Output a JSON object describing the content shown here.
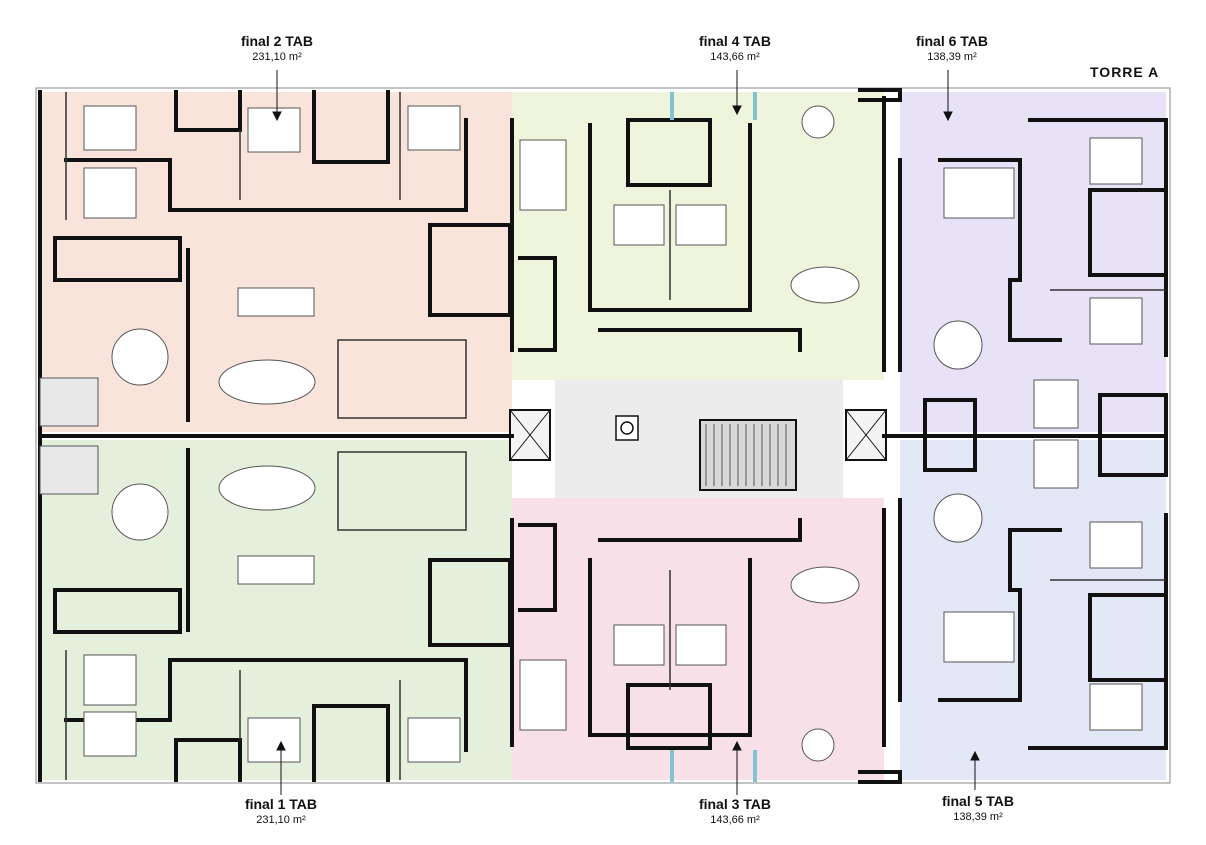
{
  "tower_label": "TORRE A",
  "colors": {
    "final_1": "#e4f0dc",
    "final_2": "#f8e4da",
    "final_3": "#f8e0e8",
    "final_4": "#eef5dc",
    "final_5": "#e2e8f6",
    "final_6": "#e8e2f6",
    "core": "#ececec",
    "wall": "#111111",
    "glass": "#7fc4d0"
  },
  "units": [
    {
      "id": "final_2",
      "name": "final 2 TAB",
      "area": "231,10 m²"
    },
    {
      "id": "final_4",
      "name": "final 4 TAB",
      "area": "143,66 m²"
    },
    {
      "id": "final_6",
      "name": "final 6 TAB",
      "area": "138,39 m²"
    },
    {
      "id": "final_1",
      "name": "final 1 TAB",
      "area": "231,10 m²"
    },
    {
      "id": "final_3",
      "name": "final 3 TAB",
      "area": "143,66 m²"
    },
    {
      "id": "final_5",
      "name": "final 5 TAB",
      "area": "138,39 m²"
    }
  ]
}
